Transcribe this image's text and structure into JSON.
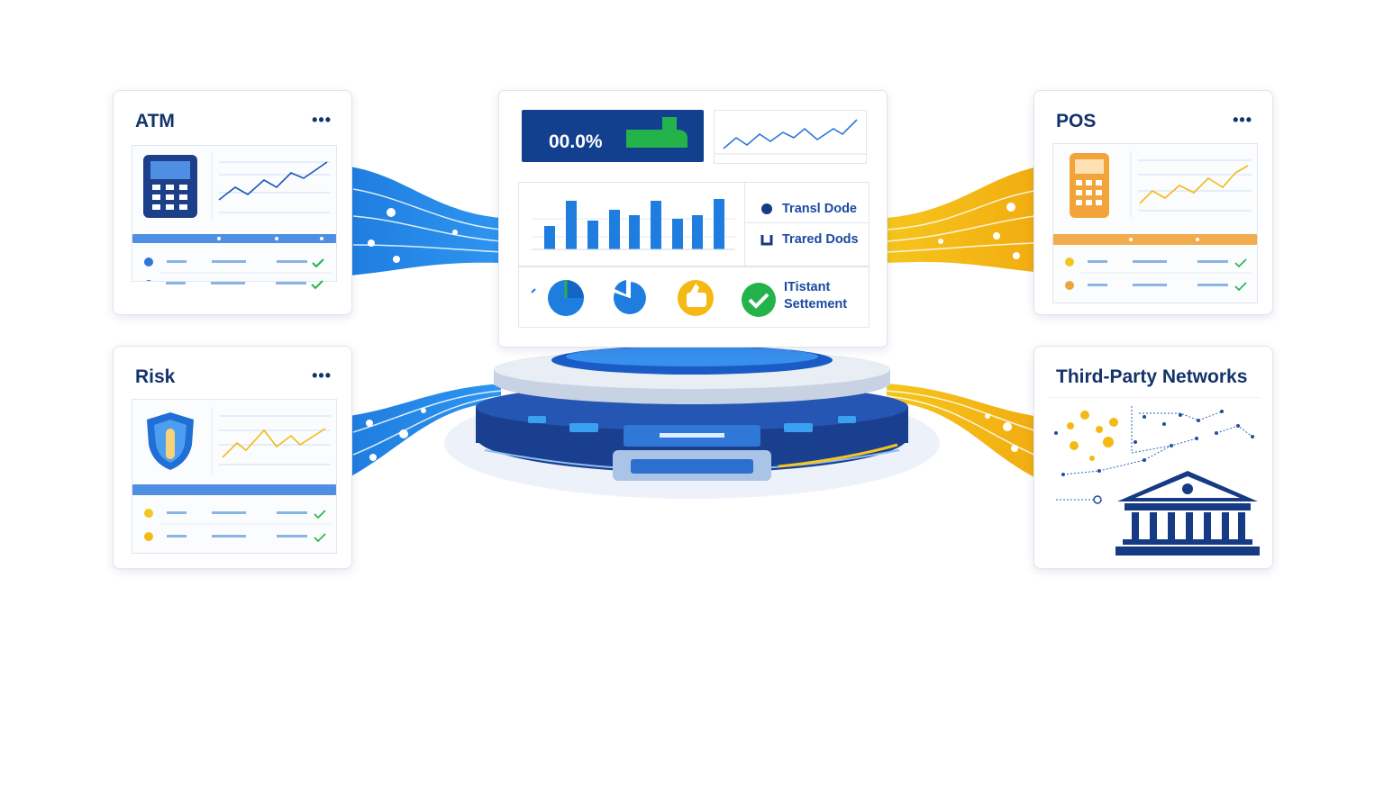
{
  "cards": {
    "atm": {
      "title": "ATM",
      "menu": "•••"
    },
    "pos": {
      "title": "POS",
      "menu": "•••"
    },
    "risk": {
      "title": "Risk",
      "menu": "•••"
    },
    "third_party": {
      "title": "Third-Party Networks"
    }
  },
  "dashboard": {
    "kpi_value": "00.0%",
    "legend": [
      {
        "label": "Transl Dode"
      },
      {
        "label": "Trared Dods"
      }
    ],
    "settlement": {
      "line1": "ITistant",
      "line2": "Settement"
    }
  },
  "colors": {
    "navy": "#13336b",
    "blue": "#1f7de0",
    "yellow": "#f4b914",
    "green": "#23b34a",
    "orange": "#f2a33a"
  },
  "icons": [
    "atm-keypad-icon",
    "pos-terminal-icon",
    "shield-icon",
    "bank-building-icon",
    "pie-icon",
    "thumbs-up-icon",
    "check-circle-icon"
  ]
}
